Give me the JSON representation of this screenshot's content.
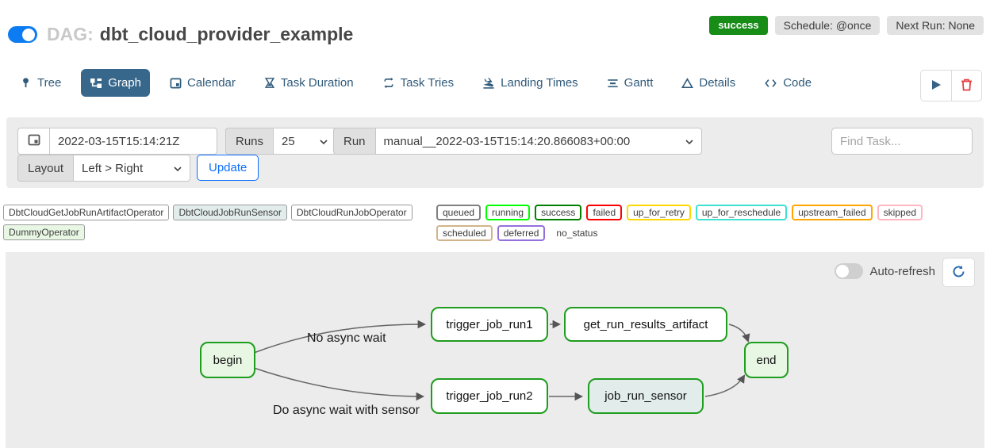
{
  "header": {
    "dag_prefix": "DAG:",
    "dag_title": "dbt_cloud_provider_example",
    "status_badge": "success",
    "schedule_badge": "Schedule: @once",
    "next_run_badge": "Next Run: None",
    "accent_blue": "#0d7bf2",
    "success_green": "#178c17"
  },
  "tabs": [
    {
      "label": "Tree",
      "active": false
    },
    {
      "label": "Graph",
      "active": true
    },
    {
      "label": "Calendar",
      "active": false
    },
    {
      "label": "Task Duration",
      "active": false
    },
    {
      "label": "Task Tries",
      "active": false
    },
    {
      "label": "Landing Times",
      "active": false
    },
    {
      "label": "Gantt",
      "active": false
    },
    {
      "label": "Details",
      "active": false
    },
    {
      "label": "Code",
      "active": false
    }
  ],
  "filter_bar": {
    "execution_date": "2022-03-15T15:14:21Z",
    "runs_label": "Runs",
    "runs_value": "25",
    "run_label": "Run",
    "run_value": "manual__2022-03-15T15:14:20.866083+00:00",
    "find_task_placeholder": "Find Task...",
    "layout_label": "Layout",
    "layout_value": "Left > Right",
    "update_label": "Update"
  },
  "legend": {
    "operators": [
      {
        "label": "DbtCloudGetJobRunArtifactOperator",
        "fill": "#ffffff"
      },
      {
        "label": "DbtCloudJobRunSensor",
        "fill": "#e2edeb"
      },
      {
        "label": "DbtCloudRunJobOperator",
        "fill": "#ffffff"
      },
      {
        "label": "DummyOperator",
        "fill": "#e8f7e4"
      }
    ],
    "states": [
      {
        "label": "queued",
        "color": "#808080"
      },
      {
        "label": "running",
        "color": "#01ff01"
      },
      {
        "label": "success",
        "color": "#008000"
      },
      {
        "label": "failed",
        "color": "#ff0000"
      },
      {
        "label": "up_for_retry",
        "color": "#ffd700"
      },
      {
        "label": "up_for_reschedule",
        "color": "#40e0d0"
      },
      {
        "label": "upstream_failed",
        "color": "#ffa500"
      },
      {
        "label": "skipped",
        "color": "#ffb6c1"
      },
      {
        "label": "scheduled",
        "color": "#d2b48c"
      },
      {
        "label": "deferred",
        "color": "#9370db"
      },
      {
        "label": "no_status",
        "color": "transparent"
      }
    ]
  },
  "graph": {
    "auto_refresh_label": "Auto-refresh",
    "node_border_color": "#1f9d1f",
    "nodes": [
      {
        "label": "begin",
        "fill": "#e8f7e4"
      },
      {
        "label": "trigger_job_run1",
        "fill": "#ffffff"
      },
      {
        "label": "get_run_results_artifact",
        "fill": "#ffffff"
      },
      {
        "label": "end",
        "fill": "#e8f7e4"
      },
      {
        "label": "trigger_job_run2",
        "fill": "#ffffff"
      },
      {
        "label": "job_run_sensor",
        "fill": "#e2edeb"
      }
    ],
    "edge_labels": [
      {
        "label": "No async wait"
      },
      {
        "label": "Do async wait with sensor"
      }
    ]
  }
}
